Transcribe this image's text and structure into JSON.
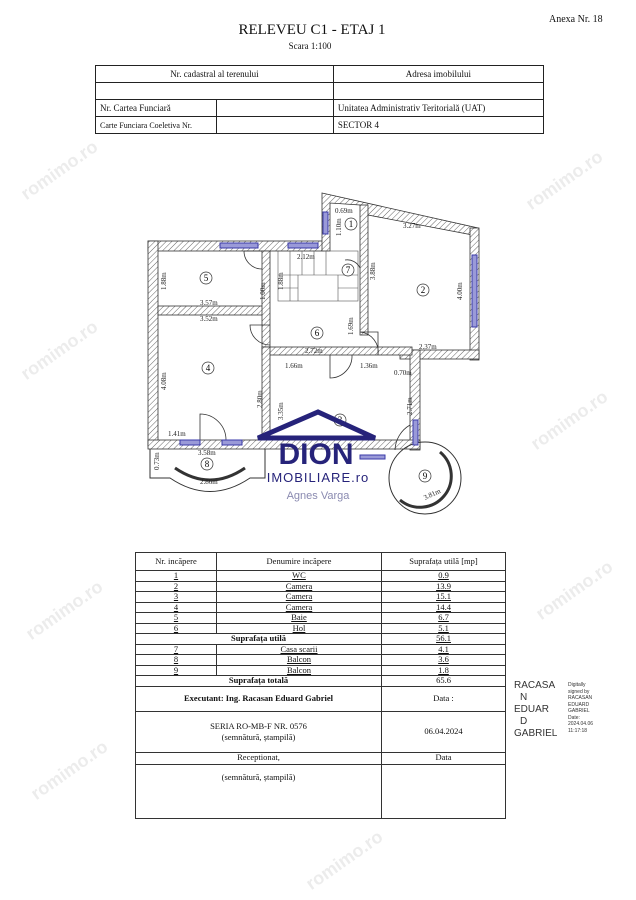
{
  "header": {
    "annex": "Anexa Nr. 18",
    "title": "RELEVEU C1 - ETAJ 1",
    "scale": "Scara 1:100"
  },
  "cadastral_table": {
    "cadastral_number_label": "Nr. cadastral al terenului",
    "address_label": "Adresa imobilului",
    "land_book_label": "Nr. Cartea Funciară",
    "uat_label": "Unitatea Administrativ Teritorială (UAT)",
    "collective_book_label": "Carte Funciara Coeletiva Nr.",
    "uat_value": "SECTOR 4"
  },
  "floor_plan": {
    "room_numbers": [
      "1",
      "2",
      "3",
      "4",
      "5",
      "6",
      "7",
      "8",
      "9"
    ],
    "dimensions": {
      "d069": "0.69m",
      "d110": "1.10m",
      "d327": "3.27m",
      "d212": "2.12m",
      "d388": "3.88m",
      "d188a": "1.88m",
      "d188b": "1.88m",
      "d100": "1.00m",
      "d400": "4.00m",
      "d357": "3.57m",
      "d352": "3.52m",
      "d169": "1.69m",
      "d272": "2.72m",
      "d237": "2.37m",
      "d166": "1.66m",
      "d136": "1.36m",
      "d070": "0.70m",
      "d408": "4.08m",
      "d280": "2.80m",
      "d335": "3.35m",
      "d271": "2.71m",
      "d141": "1.41m",
      "d358": "3.58m",
      "d073": "0.73m",
      "d286": "2.86m",
      "d381": "3.81m"
    }
  },
  "logo": {
    "brand": "DION",
    "sub": "IMOBILIARE.ro",
    "agent": "Agnes Varga"
  },
  "watermark": "romimo.ro",
  "rooms_table": {
    "headers": [
      "Nr. incăpere",
      "Denumire incăpere",
      "Suprafața utilă [mp]"
    ],
    "rows": [
      {
        "nr": "1",
        "name": "WC",
        "area": "0.9"
      },
      {
        "nr": "2",
        "name": "Camera",
        "area": "13.9"
      },
      {
        "nr": "3",
        "name": "Camera",
        "area": "15.1"
      },
      {
        "nr": "4",
        "name": "Camera",
        "area": "14.4"
      },
      {
        "nr": "5",
        "name": "Baie",
        "area": "6.7"
      },
      {
        "nr": "6",
        "name": "Hol",
        "area": "5.1"
      }
    ],
    "useful_label": "Suprafața utilă",
    "useful_value": "56.1",
    "rows2": [
      {
        "nr": "7",
        "name": "Casa scarii",
        "area": "4.1"
      },
      {
        "nr": "8",
        "name": "Balcon",
        "area": "3.6"
      },
      {
        "nr": "9",
        "name": "Balcon",
        "area": "1.8"
      }
    ],
    "total_label": "Suprafața totală",
    "total_value": "65.6",
    "executant": "Executant: Ing. Racasan Eduard Gabriel",
    "date_label": "Data :",
    "series": "SERIA RO-MB-F NR. 0576",
    "sign_stamp": "(semnătură, ștampilă)",
    "date_value": "06.04.2024",
    "received": "Receptionat,",
    "date_label2": "Data",
    "sign_stamp2": "(semnătură, ștampilă)"
  },
  "digital_signature": {
    "name_big": [
      "RACASA",
      "N",
      "EDUAR",
      "D",
      "GABRIEL"
    ],
    "details": [
      "Digitally",
      "signed by",
      "RACASAN",
      "EDUARD",
      "GABRIEL",
      "Date:",
      "2024.04.06",
      "11:17:18"
    ]
  },
  "colors": {
    "wall_hatch": "#555555",
    "window": "#3a3aa8",
    "logo": "#26237a"
  }
}
